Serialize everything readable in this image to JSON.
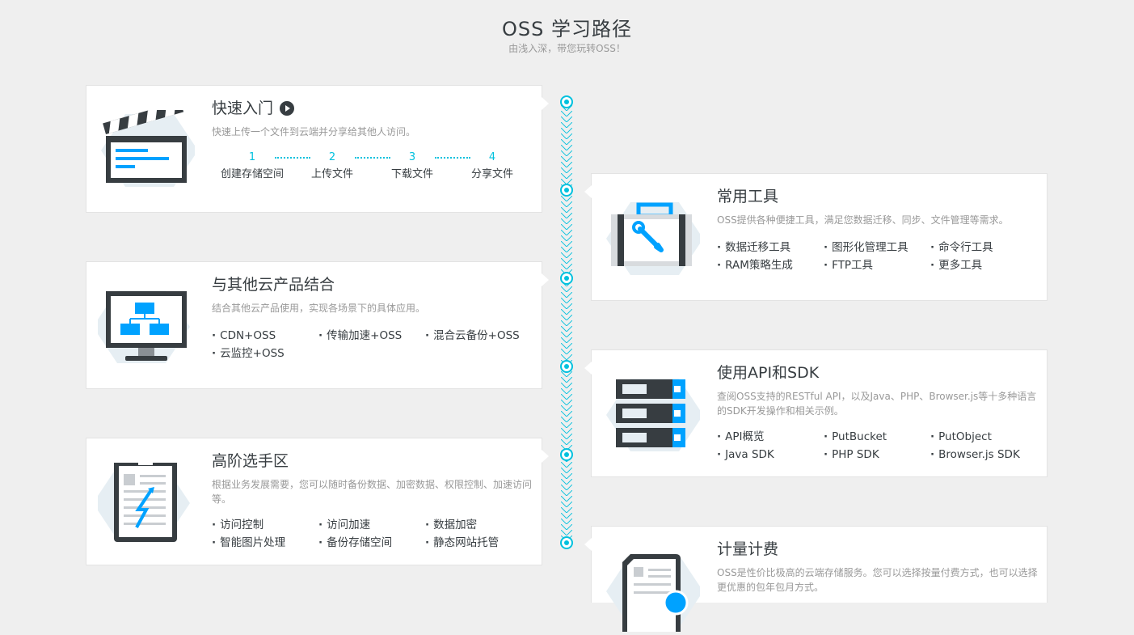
{
  "header": {
    "title": "OSS 学习路径",
    "subtitle": "由浅入深，带您玩转OSS！"
  },
  "cards": {
    "quickstart": {
      "title": "快速入门",
      "desc": "快速上传一个文件到云端并分享给其他人访问。",
      "steps": [
        {
          "num": "1",
          "label": "创建存储空间"
        },
        {
          "num": "2",
          "label": "上传文件"
        },
        {
          "num": "3",
          "label": "下载文件"
        },
        {
          "num": "4",
          "label": "分享文件"
        }
      ]
    },
    "tools": {
      "title": "常用工具",
      "desc": "OSS提供各种便捷工具，满足您数据迁移、同步、文件管理等需求。",
      "items": [
        "数据迁移工具",
        "图形化管理工具",
        "命令行工具",
        "RAM策略生成",
        "FTP工具",
        "更多工具"
      ]
    },
    "integration": {
      "title": "与其他云产品结合",
      "desc": "结合其他云产品使用，实现各场景下的具体应用。",
      "items": [
        "CDN+OSS",
        "传输加速+OSS",
        "混合云备份+OSS",
        "云监控+OSS"
      ]
    },
    "api": {
      "title": "使用API和SDK",
      "desc": "查阅OSS支持的RESTful API，以及Java、PHP、Browser.js等十多种语言的SDK开发操作和相关示例。",
      "items": [
        "API概览",
        "PutBucket",
        "PutObject",
        "Java SDK",
        "PHP SDK",
        "Browser.js SDK"
      ]
    },
    "advanced": {
      "title": "高阶选手区",
      "desc": "根据业务发展需要，您可以随时备份数据、加密数据、权限控制、加速访问等。",
      "items": [
        "访问控制",
        "访问加速",
        "数据加密",
        "智能图片处理",
        "备份存储空间",
        "静态网站托管"
      ]
    },
    "billing": {
      "title": "计量计费",
      "desc": "OSS是性价比极高的云端存储服务。您可以选择按量付费方式，也可以选择更优惠的包年包月方式。"
    }
  },
  "colors": {
    "accent": "#00c1de",
    "icon_dark": "#373d41",
    "icon_blue": "#00a2ff",
    "hex_bg": "#e6eef3"
  }
}
